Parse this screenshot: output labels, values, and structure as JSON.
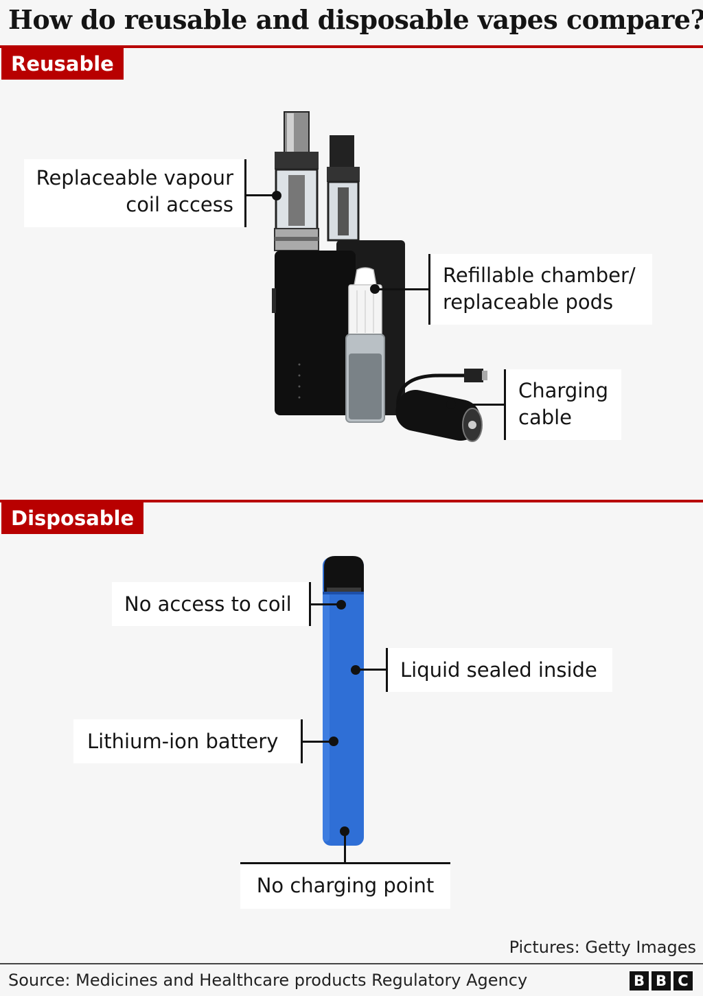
{
  "title": "How do reusable and disposable vapes compare?",
  "sections": {
    "reusable": {
      "tab": "Reusable",
      "labels": {
        "coil_line1": "Replaceable vapour",
        "coil_line2": "coil access",
        "chamber_line1": "Refillable chamber/",
        "chamber_line2": "replaceable pods",
        "cable_line1": "Charging",
        "cable_line2": "cable"
      }
    },
    "disposable": {
      "tab": "Disposable",
      "labels": {
        "coil": "No access to coil",
        "liquid": "Liquid sealed inside",
        "battery": "Lithium-ion battery",
        "charging": "No charging point"
      }
    }
  },
  "footer": {
    "credit": "Pictures: Getty Images",
    "source": "Source: Medicines and Healthcare products Regulatory Agency",
    "logo_letters": [
      "B",
      "B",
      "C"
    ]
  },
  "colors": {
    "accent": "#b80000",
    "background": "#f6f6f6",
    "disposable_body": "#2f6fd6"
  }
}
